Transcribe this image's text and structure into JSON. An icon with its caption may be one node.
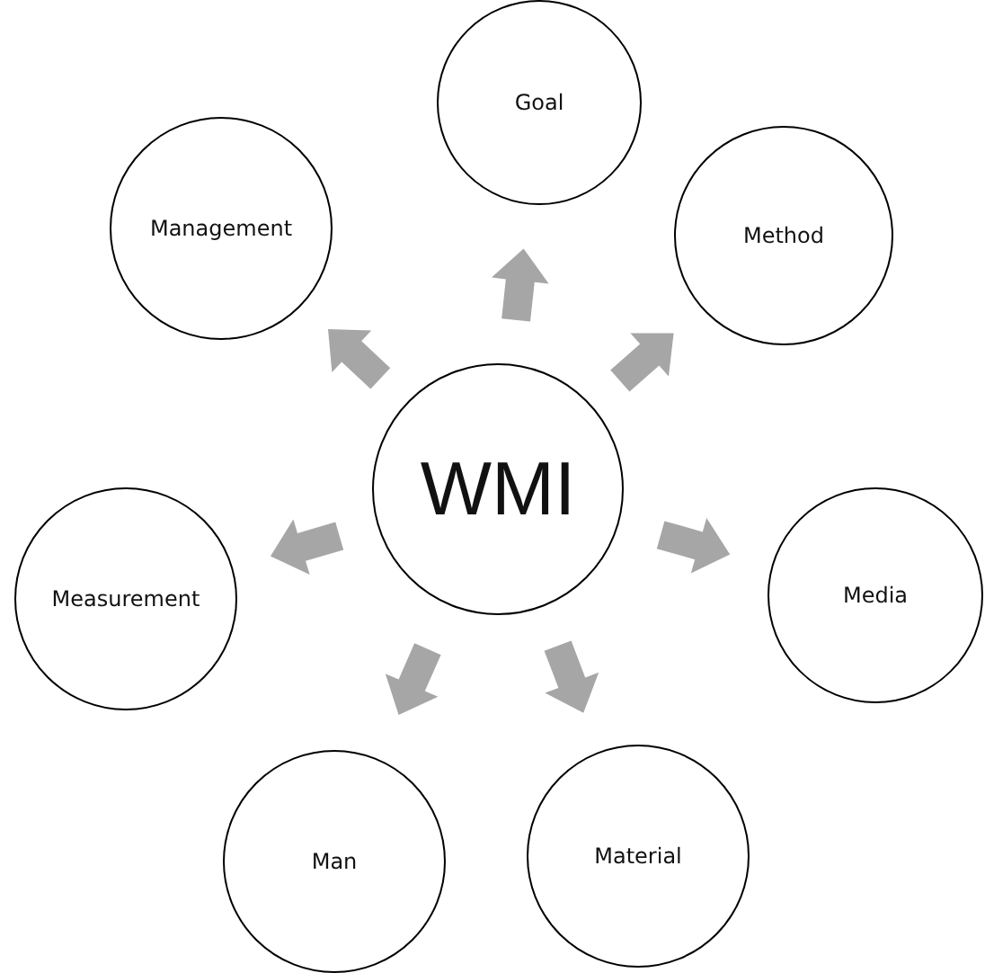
{
  "diagram": {
    "nodes": [
      {
        "text": [
          "WMI"
        ]
      },
      {
        "text": [
          "Goal"
        ]
      },
      {
        "text": [
          "Method"
        ]
      },
      {
        "text": [
          "Media"
        ]
      },
      {
        "text": [
          "Material"
        ]
      },
      {
        "text": [
          "Man"
        ]
      },
      {
        "text": [
          "Measurement"
        ]
      },
      {
        "text": [
          "Management"
        ]
      }
    ],
    "edges": [
      {
        "from": 0,
        "to": 1,
        "arrow": "to"
      },
      {
        "from": 0,
        "to": 2,
        "arrow": "to"
      },
      {
        "from": 0,
        "to": 3,
        "arrow": "to"
      },
      {
        "from": 0,
        "to": 4,
        "arrow": "to"
      },
      {
        "from": 0,
        "to": 5,
        "arrow": "to"
      },
      {
        "from": 0,
        "to": 6,
        "arrow": "to"
      },
      {
        "from": 0,
        "to": 7,
        "arrow": "to"
      }
    ]
  }
}
